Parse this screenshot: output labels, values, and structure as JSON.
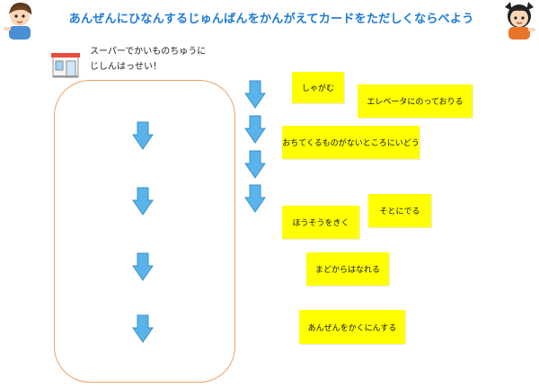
{
  "header": {
    "title": "あんぜんにひなんするじゅんばんをかんがえてカードをただしくならべよう"
  },
  "scenario": {
    "line1": "スーパーでかいものちゅうに",
    "line2": "じしんはっせい！"
  },
  "cards": [
    {
      "id": "c1",
      "label": "しゃがむ"
    },
    {
      "id": "c2",
      "label": "エレベータにのっておりる"
    },
    {
      "id": "c3",
      "label": "おちてくるものがないところにいどう"
    },
    {
      "id": "c4",
      "label": "そとにでる"
    },
    {
      "id": "c5",
      "label": "ほうそうをきく"
    },
    {
      "id": "c6",
      "label": "まどからはなれる"
    },
    {
      "id": "c7",
      "label": "あんぜんをかくにんする"
    }
  ],
  "colors": {
    "title": "#1f7bd6",
    "card": "#ffff00",
    "arrow": "#5ab4ec",
    "board_border": "#f0a060"
  },
  "icons": [
    "boy-character-icon",
    "girl-character-icon",
    "store-icon",
    "down-arrow-icon"
  ]
}
